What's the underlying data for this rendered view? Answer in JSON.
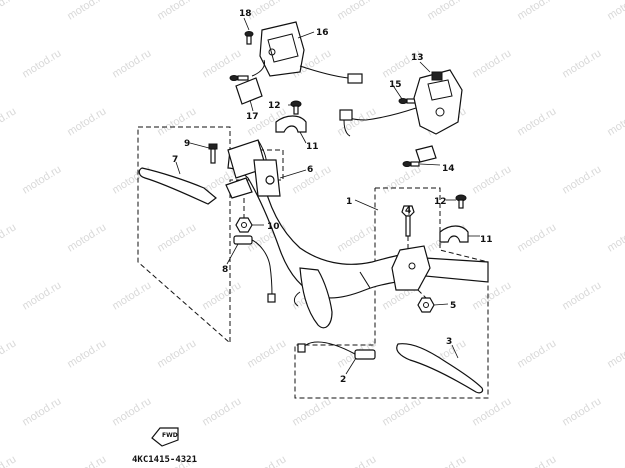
{
  "diagram": {
    "code": "4KC1415-4321",
    "fwd_label": "FWD",
    "watermark": "motod.ru",
    "callouts": [
      "1",
      "2",
      "3",
      "4",
      "5",
      "6",
      "7",
      "8",
      "9",
      "10",
      "11",
      "11",
      "12",
      "12",
      "13",
      "14",
      "15",
      "16",
      "17",
      "18"
    ],
    "parts": [
      "handlebar",
      "brake-switch",
      "brake-lever",
      "lever-pivot-bolt",
      "nut",
      "throttle-grip",
      "clutch-lever",
      "clutch-switch",
      "clutch-lever-bolt",
      "clutch-nut",
      "upper-handlebar-holder",
      "upper-handlebar-holder",
      "holder-bolt",
      "holder-bolt",
      "right-switch-assembly",
      "switch-screw",
      "switch-screw",
      "left-switch-assembly",
      "switch-cover-plate",
      "switch-screw"
    ]
  }
}
